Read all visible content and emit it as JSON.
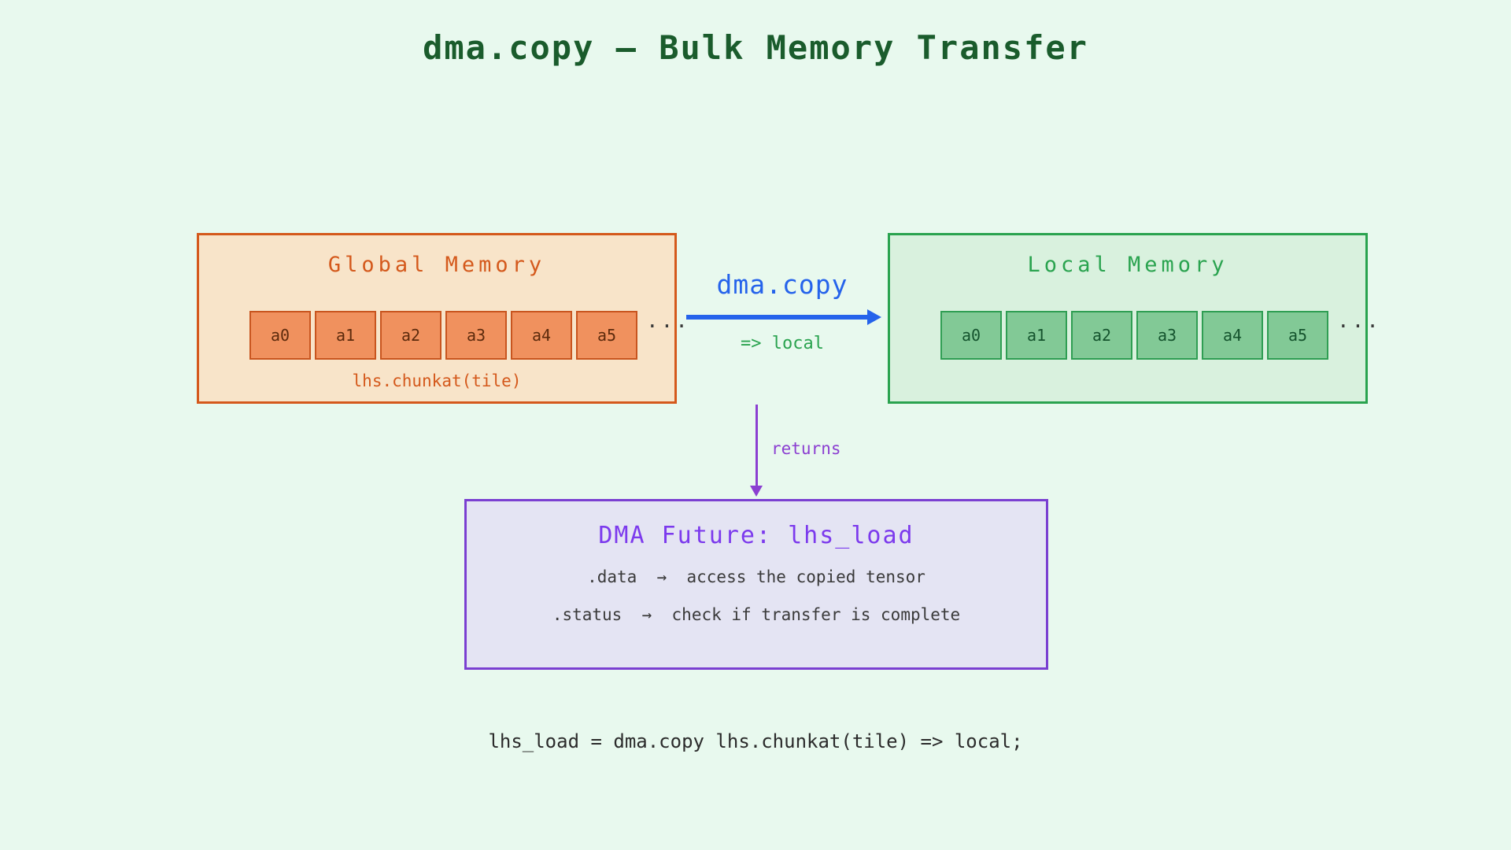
{
  "title": "dma.copy — Bulk Memory Transfer",
  "global_memory": {
    "title": "Global Memory",
    "cells": [
      "a0",
      "a1",
      "a2",
      "a3",
      "a4",
      "a5"
    ],
    "ellipsis": "···",
    "caption": "lhs.chunkat(tile)"
  },
  "local_memory": {
    "title": "Local Memory",
    "cells": [
      "a0",
      "a1",
      "a2",
      "a3",
      "a4",
      "a5"
    ],
    "ellipsis": "···"
  },
  "transfer_arrow": {
    "label": "dma.copy",
    "sublabel": "=> local"
  },
  "returns_arrow": {
    "label": "returns"
  },
  "dma_future": {
    "title": "DMA Future: lhs_load",
    "lines": [
      ".data  →  access the copied tensor",
      ".status  →  check if transfer is complete"
    ]
  },
  "code_line": "lhs_load = dma.copy lhs.chunkat(tile) => local;",
  "colors": {
    "background": "#e8f9ee",
    "title_green": "#1a5c2c",
    "global_accent": "#d4591c",
    "global_fill": "#f8e4c9",
    "global_cell_fill": "#f0915e",
    "local_accent": "#2aa34f",
    "local_fill": "#d9f1de",
    "local_cell_fill": "#82c996",
    "arrow_blue": "#2563eb",
    "purple_accent": "#8b3fd1",
    "future_border": "#7a3fd1",
    "future_fill": "#e4e4f3",
    "body_text": "#3a3a3a"
  }
}
